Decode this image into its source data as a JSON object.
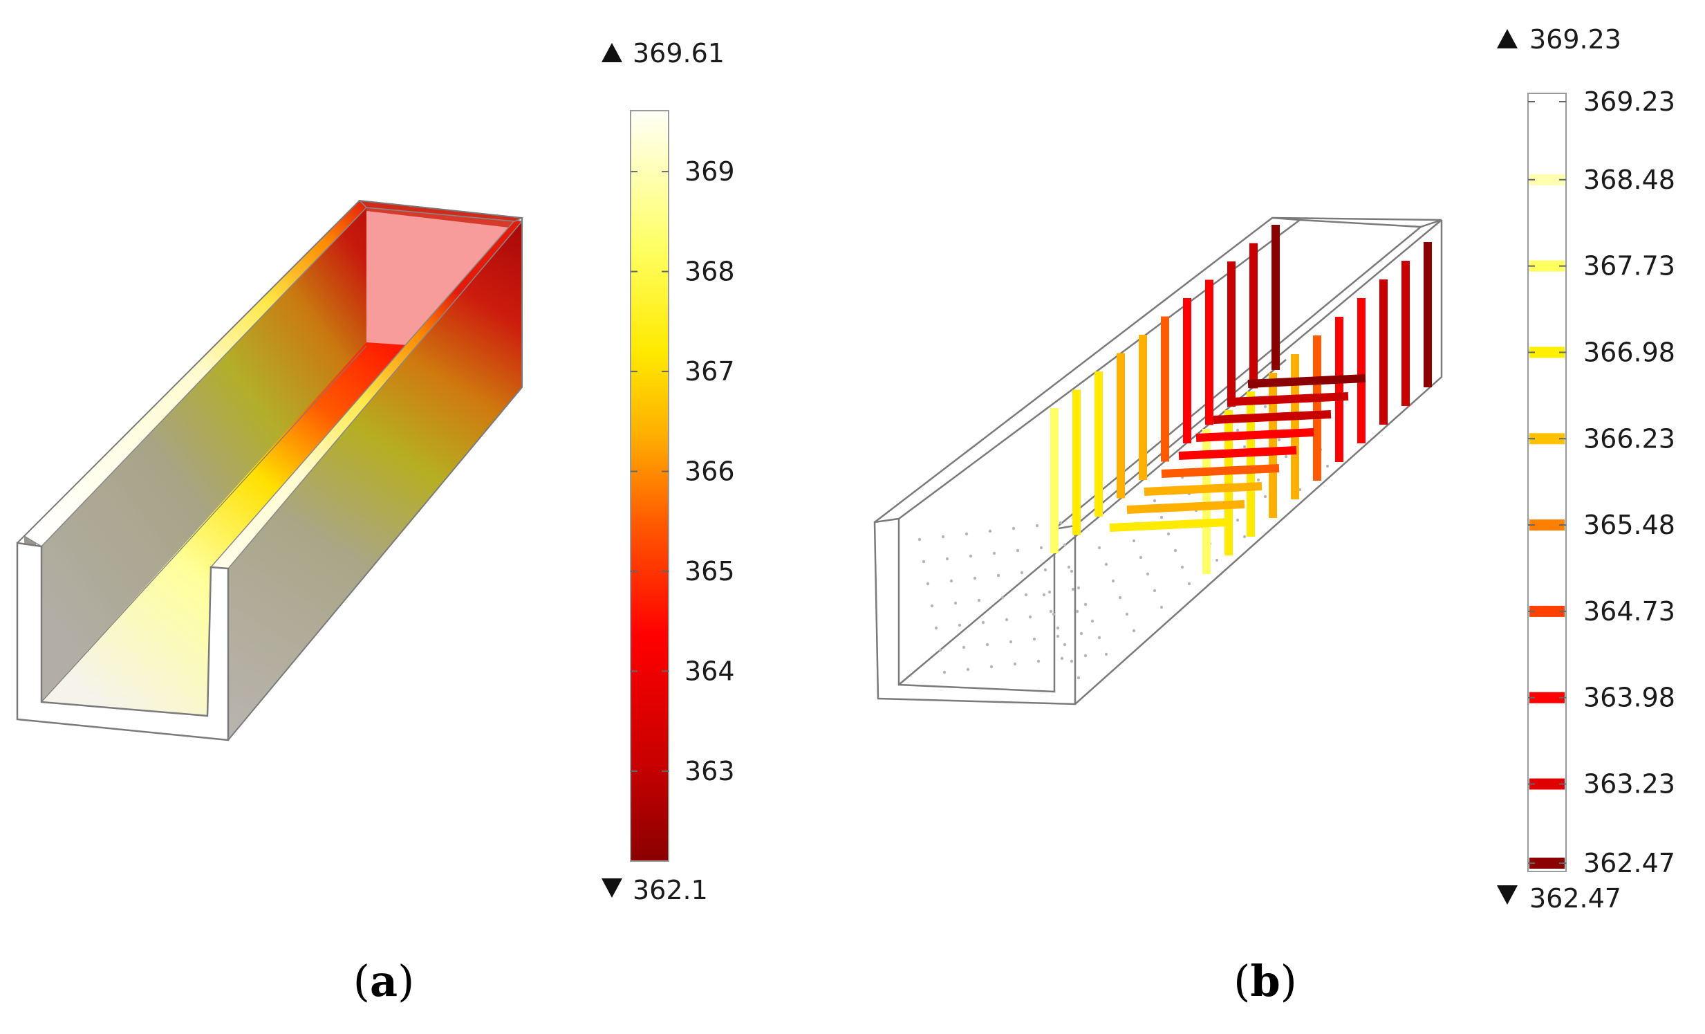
{
  "panel_a": {
    "caption": {
      "open": "(",
      "letter": "a",
      "close": ")"
    },
    "legend": {
      "max_label": "369.61",
      "min_label": "362.1",
      "ticks": [
        "369",
        "368",
        "367",
        "366",
        "365",
        "364",
        "363"
      ],
      "tick_values": [
        369,
        368,
        367,
        366,
        365,
        364,
        363
      ],
      "range": [
        362.1,
        369.61
      ]
    }
  },
  "panel_b": {
    "caption": {
      "open": "(",
      "letter": "b",
      "close": ")"
    },
    "legend": {
      "max_label": "369.23",
      "min_label": "362.47",
      "ticks": [
        "369.23",
        "368.48",
        "367.73",
        "366.98",
        "366.23",
        "365.48",
        "364.73",
        "363.98",
        "363.23",
        "362.47"
      ],
      "tick_values": [
        369.23,
        368.48,
        367.73,
        366.98,
        366.23,
        365.48,
        364.73,
        363.98,
        363.23,
        362.47
      ],
      "tick_colors": [
        "#ffffff",
        "#ffffb0",
        "#ffff60",
        "#ffef00",
        "#ffc000",
        "#ff8000",
        "#ff4000",
        "#ff0000",
        "#e00000",
        "#8b0000"
      ],
      "range": [
        362.47,
        369.23
      ]
    }
  },
  "colormap": [
    "#8b0000",
    "#c80000",
    "#ff0000",
    "#ff5a00",
    "#ffb000",
    "#ffea00",
    "#ffff66",
    "#fffff8"
  ]
}
